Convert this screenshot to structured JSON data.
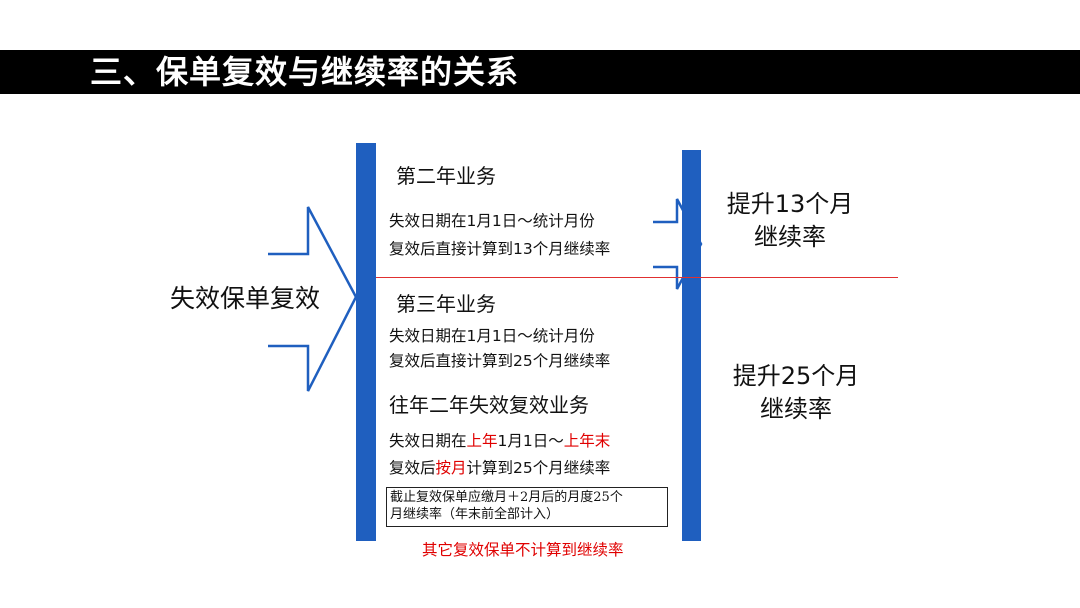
{
  "title": "三、保单复效与继续率的关系",
  "source_label": "失效保单复效",
  "section2": {
    "heading": "第二年业务",
    "line1": "失效日期在1月1日～统计月份",
    "line2": "复效后直接计算到13个月继续率"
  },
  "section3": {
    "heading": "第三年业务",
    "line1": "失效日期在1月1日～统计月份",
    "line2": "复效后直接计算到25个月继续率"
  },
  "section_prior": {
    "heading": "往年二年失效复效业务",
    "line1_a": "失效日期在",
    "line1_b": "上年",
    "line1_c": "1月1日～",
    "line1_d": "上年末",
    "line2_a": "复效后",
    "line2_b": "按月",
    "line2_c": "计算到25个月继续率"
  },
  "note_box": {
    "line1": "截止复效保单应缴月＋2月后的月度25个",
    "line2": "月继续率（年末前全部计入）"
  },
  "other_note": "其它复效保单不计算到继续率",
  "result13": {
    "line1": "提升13个月",
    "line2": "继续率"
  },
  "result25": {
    "line1": "提升25个月",
    "line2": "继续率"
  },
  "colors": {
    "bar": "#1f5fbf",
    "arrow": "#1f5fbf",
    "accent_red": "#e00000",
    "title_bg": "#000000"
  }
}
